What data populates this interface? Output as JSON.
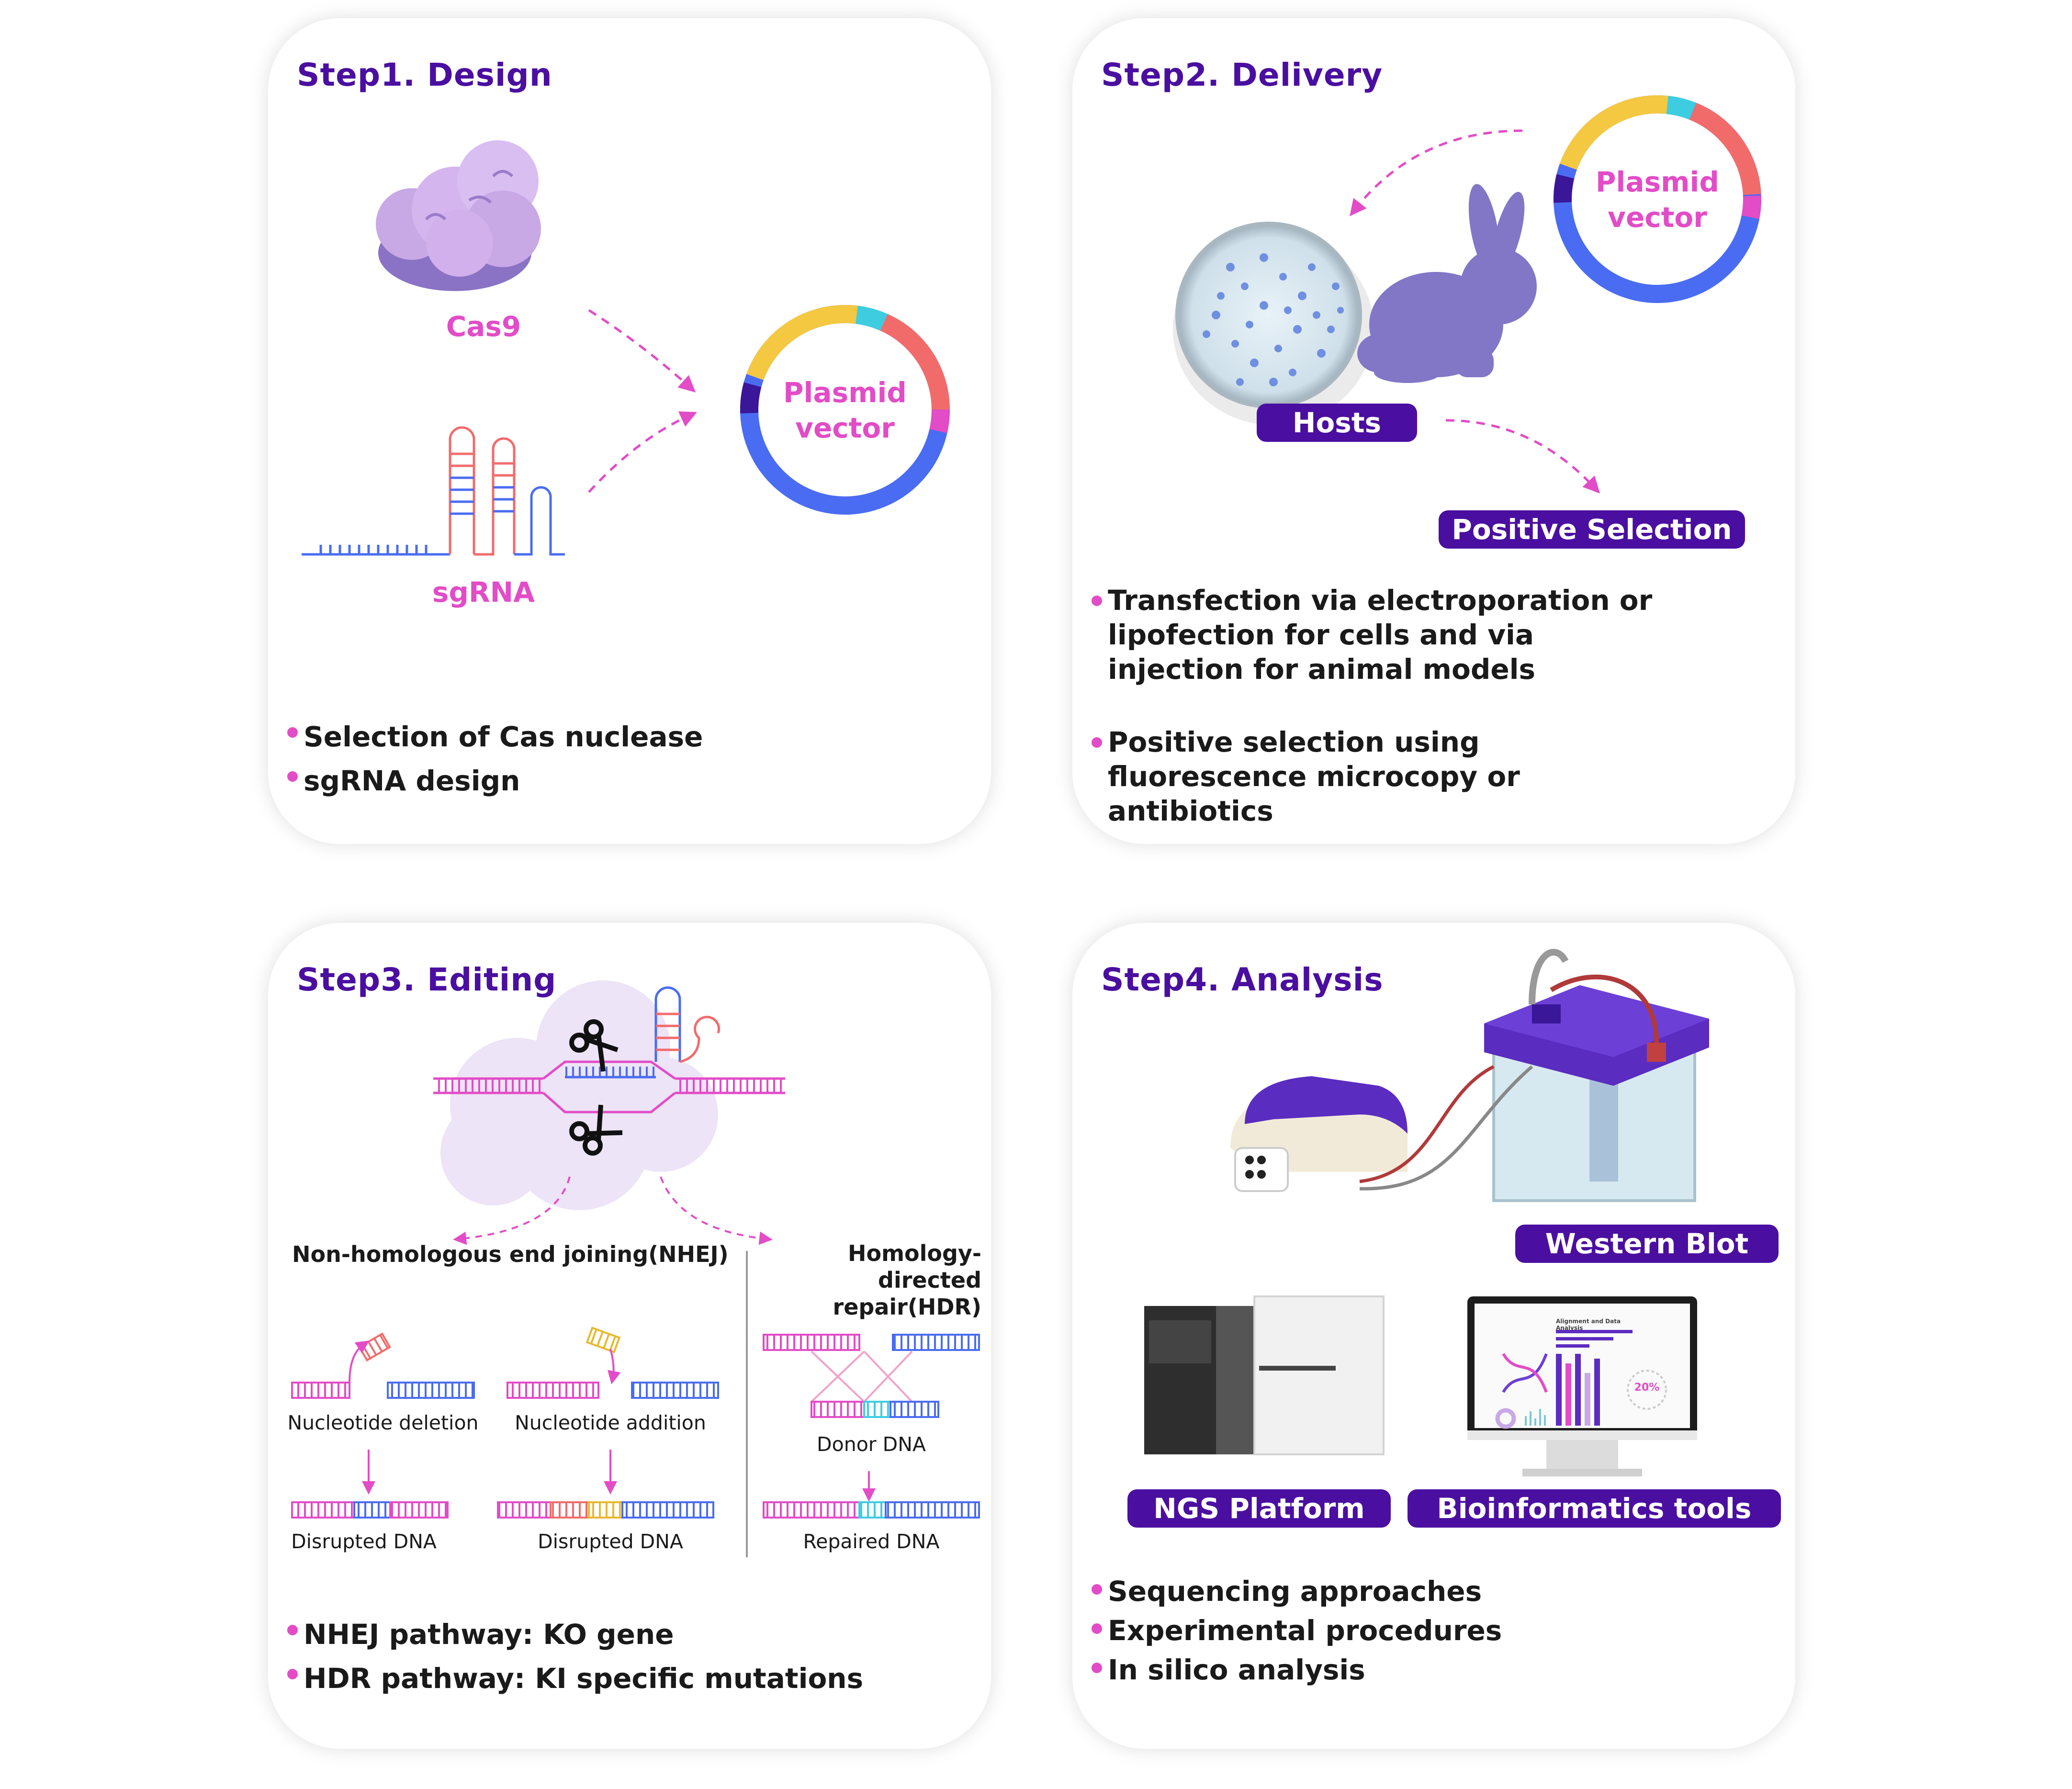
{
  "colors": {
    "title": "#4a0fa0",
    "accent": "#e24cc7",
    "pill_bg": "#4a0fa0",
    "plasmid_blue": "#4a6cf2",
    "plasmid_yellow": "#f5c842",
    "plasmid_cyan": "#3ecde0",
    "plasmid_red": "#f26b6b",
    "plasmid_pink": "#e24cc7",
    "plasmid_dark": "#3a1699",
    "protein": "#c9a8e6",
    "rabbit": "#8276c6"
  },
  "step1": {
    "title": "Step1. Design",
    "cas9_label": "Cas9",
    "sgrna_label": "sgRNA",
    "plasmid_line1": "Plasmid",
    "plasmid_line2": "vector",
    "bullets": [
      "Selection of Cas nuclease",
      "sgRNA design"
    ]
  },
  "step2": {
    "title": "Step2. Delivery",
    "plasmid_line1": "Plasmid",
    "plasmid_line2": "vector",
    "hosts_label": "Hosts",
    "positive_selection_label": "Positive Selection",
    "bullets": [
      "Transfection via electroporation or lipofection for cells and via injection for animal models",
      "Positive selection using fluorescence microcopy or antibiotics"
    ]
  },
  "step3": {
    "title": "Step3. Editing",
    "nhej_label": "Non-homologous end joining(NHEJ)",
    "hdr_label_line1": "Homology-directed",
    "hdr_label_line2": "repair(HDR)",
    "nucleotide_deletion": "Nucleotide deletion",
    "nucleotide_addition": "Nucleotide addition",
    "donor_dna": "Donor DNA",
    "disrupted_dna_1": "Disrupted DNA",
    "disrupted_dna_2": "Disrupted DNA",
    "repaired_dna": "Repaired DNA",
    "bullets": [
      "NHEJ pathway: KO gene",
      "HDR pathway: KI specific mutations"
    ]
  },
  "step4": {
    "title": "Step4. Analysis",
    "western_blot_label": "Western Blot",
    "ngs_label": "NGS Platform",
    "bioinformatics_label": "Bioinformatics tools",
    "monitor_heading": "Alignment and Data Analysis",
    "monitor_percent": "20%",
    "bullets": [
      "Sequencing approaches",
      "Experimental procedures",
      "In silico analysis"
    ]
  }
}
